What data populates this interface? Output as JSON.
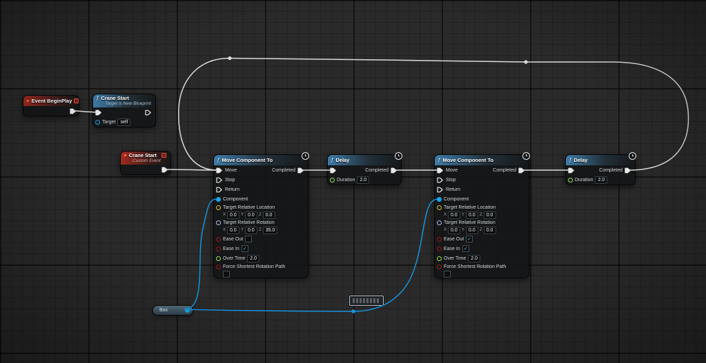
{
  "palette": {
    "pin-exec": "#e8e8e8",
    "pin-object": "#18a7e8",
    "pin-vector": "#dfc215",
    "pin-rotator": "#a9bdf0",
    "pin-bool": "#a01818",
    "pin-float": "#9ce24a",
    "wire-exec": "#dcdcdc",
    "wire-data": "#1893dc",
    "header-function": "#3e7ca8",
    "header-event": "#a12c20"
  },
  "axis": {
    "x": "X",
    "y": "Y",
    "z": "Z"
  },
  "nodes": {
    "begin_play": {
      "title": "Event BeginPlay"
    },
    "crane_call": {
      "title": "Crane Start",
      "subtitle": "Target is New Blueprint",
      "target_label": "Target",
      "target_value": "self"
    },
    "crane_event": {
      "title": "Crane Start",
      "subtitle": "Custom Event"
    },
    "move1": {
      "title": "Move Component To",
      "pin_move": "Move",
      "pin_completed": "Completed",
      "pin_stop": "Stop",
      "pin_return": "Return",
      "pin_component": "Component",
      "loc_label": "Target Relative Location",
      "loc_x": "0.0",
      "loc_y": "0.0",
      "loc_z": "0.0",
      "rot_label": "Target Relative Rotation",
      "rot_x": "0.0",
      "rot_y": "0.0",
      "rot_z": "35.0",
      "ease_out_label": "Ease Out",
      "ease_out_mark": "",
      "ease_in_label": "Ease In",
      "ease_in_mark": "✓",
      "over_time_label": "Over Time",
      "over_time_value": "2.0",
      "force_label": "Force Shortest Rotation Path",
      "force_mark": ""
    },
    "move2": {
      "title": "Move Component To",
      "pin_move": "Move",
      "pin_completed": "Completed",
      "pin_stop": "Stop",
      "pin_return": "Return",
      "pin_component": "Component",
      "loc_label": "Target Relative Location",
      "loc_x": "0.0",
      "loc_y": "0.0",
      "loc_z": "0.0",
      "rot_label": "Target Relative Rotation",
      "rot_x": "0.0",
      "rot_y": "0.0",
      "rot_z": "0.0",
      "ease_out_label": "Ease Out",
      "ease_out_mark": "✓",
      "ease_in_label": "Ease In",
      "ease_in_mark": "✓",
      "over_time_label": "Over Time",
      "over_time_value": "2.0",
      "force_label": "Force Shortest Rotation Path",
      "force_mark": ""
    },
    "delay1": {
      "title": "Delay",
      "completed": "Completed",
      "duration_label": "Duration",
      "duration_value": "2.0"
    },
    "delay2": {
      "title": "Delay",
      "completed": "Completed",
      "duration_label": "Duration",
      "duration_value": "2.0"
    },
    "box_var": {
      "label": "Box"
    }
  }
}
